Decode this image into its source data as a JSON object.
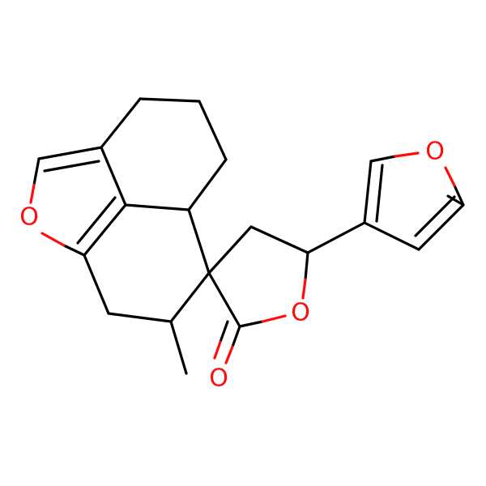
{
  "colors": {
    "bond": "#000000",
    "oxygen": "#ff0d0d",
    "background": "#ffffff"
  },
  "atoms": {
    "o_furan_right": "O",
    "o_benzofuran": "O",
    "o_lactone_ring": "O",
    "o_carbonyl": "O"
  }
}
